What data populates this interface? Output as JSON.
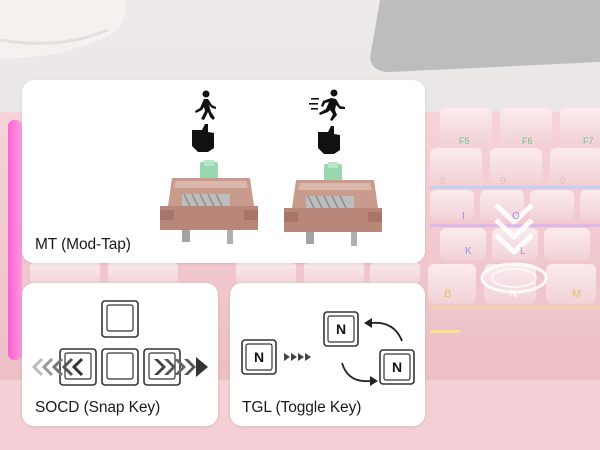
{
  "cards": {
    "mt": {
      "label": "MT (Mod-Tap)"
    },
    "socd": {
      "label": "SOCD (Snap Key)"
    },
    "tgl": {
      "label": "TGL (Toggle Key)",
      "key_letter": "N"
    }
  },
  "keyboard": {
    "legends": [
      "F5",
      "F6",
      "F7",
      "8",
      "9",
      "0",
      "I",
      "O",
      "K",
      "L",
      "B",
      "N",
      "M"
    ]
  },
  "icons": {
    "mt_walk": "walking-person-icon",
    "mt_run": "running-person-icon",
    "press": "pressing-finger-icon",
    "socd_arrows": "direction-arrows-icon",
    "tgl_arrows": "toggle-cycle-arrows-icon"
  },
  "colors": {
    "keyboard_case": "#f2c9cf",
    "keycap": "#f7dfe2",
    "card": "#ffffff",
    "switch_body": "#c79a8c",
    "switch_stem": "#98d7b0"
  }
}
